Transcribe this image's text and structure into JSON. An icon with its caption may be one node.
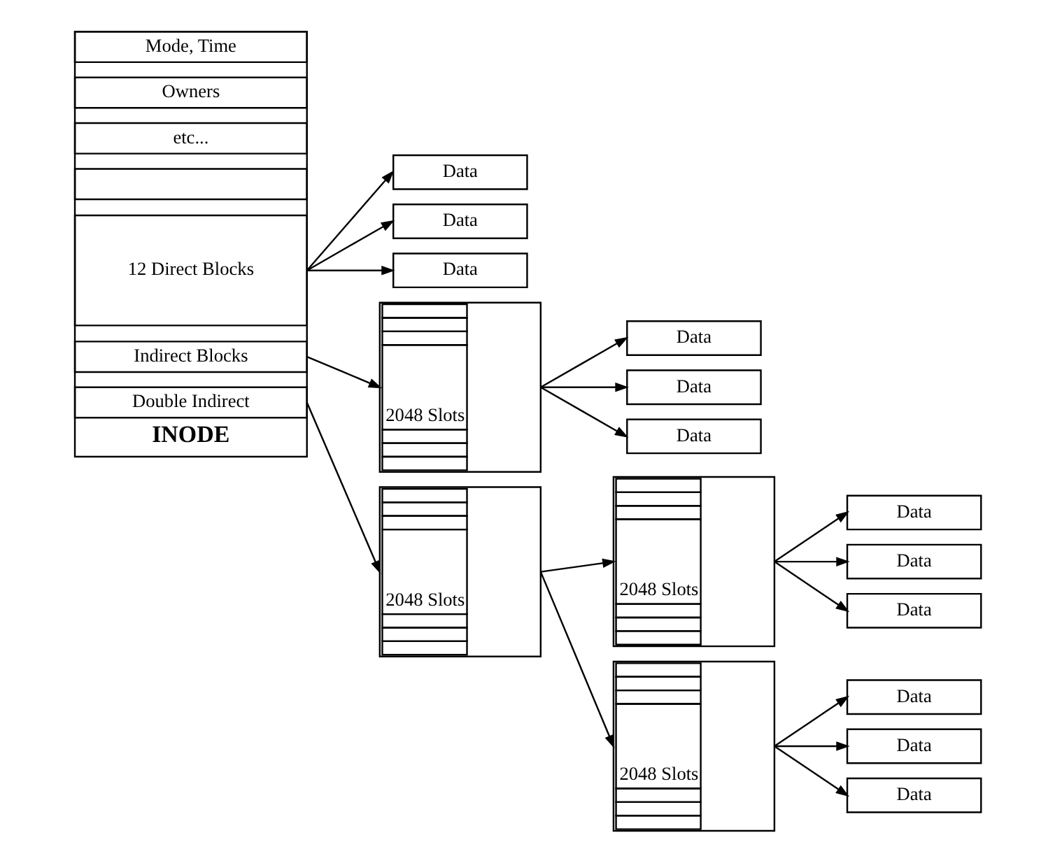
{
  "diagram": {
    "nodes": [
      {
        "text": [],
        "shape": "box",
        "beside": [
          "INODE"
        ]
      },
      {
        "text": [
          "Mode, Time"
        ],
        "in": 0
      },
      {
        "text": [
          "Owners"
        ],
        "in": 0
      },
      {
        "text": [
          "etc..."
        ],
        "in": 0
      },
      {
        "text": [],
        "shape": "box",
        "in": 0
      },
      {
        "text": [
          "12 Direct Blocks"
        ],
        "in": 0
      },
      {
        "text": [
          "Indirect Blocks"
        ],
        "in": 0
      },
      {
        "text": [
          "Double Indirect"
        ],
        "in": 0
      },
      {
        "text": [
          "Data"
        ]
      },
      {
        "text": [
          "Data"
        ]
      },
      {
        "text": [
          "Data"
        ]
      },
      {
        "text": [
          "2048 Slots"
        ]
      },
      {
        "text": [
          "Data"
        ]
      },
      {
        "text": [
          "Data"
        ]
      },
      {
        "text": [
          "Data"
        ]
      },
      {
        "text": [
          "Data"
        ]
      },
      {
        "text": [
          "Data"
        ]
      },
      {
        "text": [
          "Data"
        ]
      },
      {
        "text": [
          "2048 Slots"
        ]
      },
      {
        "text": [
          "2048 Slots"
        ]
      },
      {
        "text": [
          "Data"
        ]
      },
      {
        "text": [
          "Data"
        ]
      },
      {
        "text": [
          "Data"
        ]
      },
      {
        "text": [
          "2048 Slots"
        ]
      }
    ],
    "edges": [
      {
        "from": 5,
        "to": 8,
        "arrow": "to"
      },
      {
        "from": 5,
        "to": 9,
        "arrow": "to"
      },
      {
        "from": 5,
        "to": 10,
        "arrow": "to"
      },
      {
        "from": 6,
        "to": 11,
        "arrow": "to"
      },
      {
        "from": 11,
        "to": 12,
        "arrow": "to"
      },
      {
        "from": 11,
        "to": 13,
        "arrow": "to"
      },
      {
        "from": 11,
        "to": 14,
        "arrow": "to"
      },
      {
        "from": 7,
        "to": 19,
        "arrow": "to"
      },
      {
        "from": 19,
        "to": 18,
        "arrow": "to"
      },
      {
        "from": 19,
        "to": 23,
        "arrow": "to"
      },
      {
        "from": 18,
        "to": 15,
        "arrow": "to"
      },
      {
        "from": 18,
        "to": 16,
        "arrow": "to"
      },
      {
        "from": 18,
        "to": 17,
        "arrow": "to"
      },
      {
        "from": 23,
        "to": 20,
        "arrow": "to"
      },
      {
        "from": 23,
        "to": 21,
        "arrow": "to"
      },
      {
        "from": 23,
        "to": 22,
        "arrow": "to"
      }
    ]
  }
}
